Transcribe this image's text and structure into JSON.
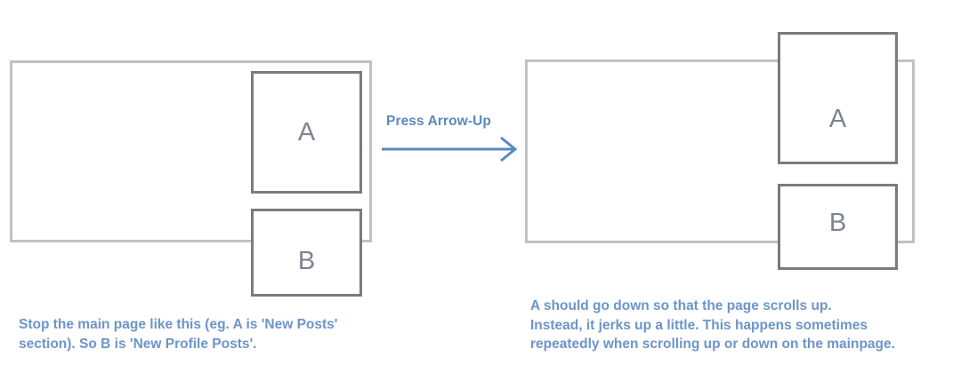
{
  "colors": {
    "viewport_border": "#c1c1c1",
    "box_border": "#7b7b7b",
    "box_label_text": "#7d8490",
    "arrow": "#5b89bf",
    "caption_text": "#6c95c9",
    "background": "#ffffff"
  },
  "left_scene": {
    "viewport_name": "main page viewport",
    "box_a_label": "A",
    "box_b_label": "B"
  },
  "transition": {
    "caption": "Press Arrow-Up",
    "arrow_direction": "right"
  },
  "right_scene": {
    "viewport_name": "main page viewport",
    "box_a_label": "A",
    "box_b_label": "B"
  },
  "captions": {
    "left": "Stop the main page like this (eg. A is 'New Posts'\nsection). So B is 'New Profile Posts'.",
    "right": "A should go down so that the page scrolls up.\nInstead, it jerks up a little. This happens sometimes\nrepeatedly when scrolling up or down on the mainpage."
  }
}
